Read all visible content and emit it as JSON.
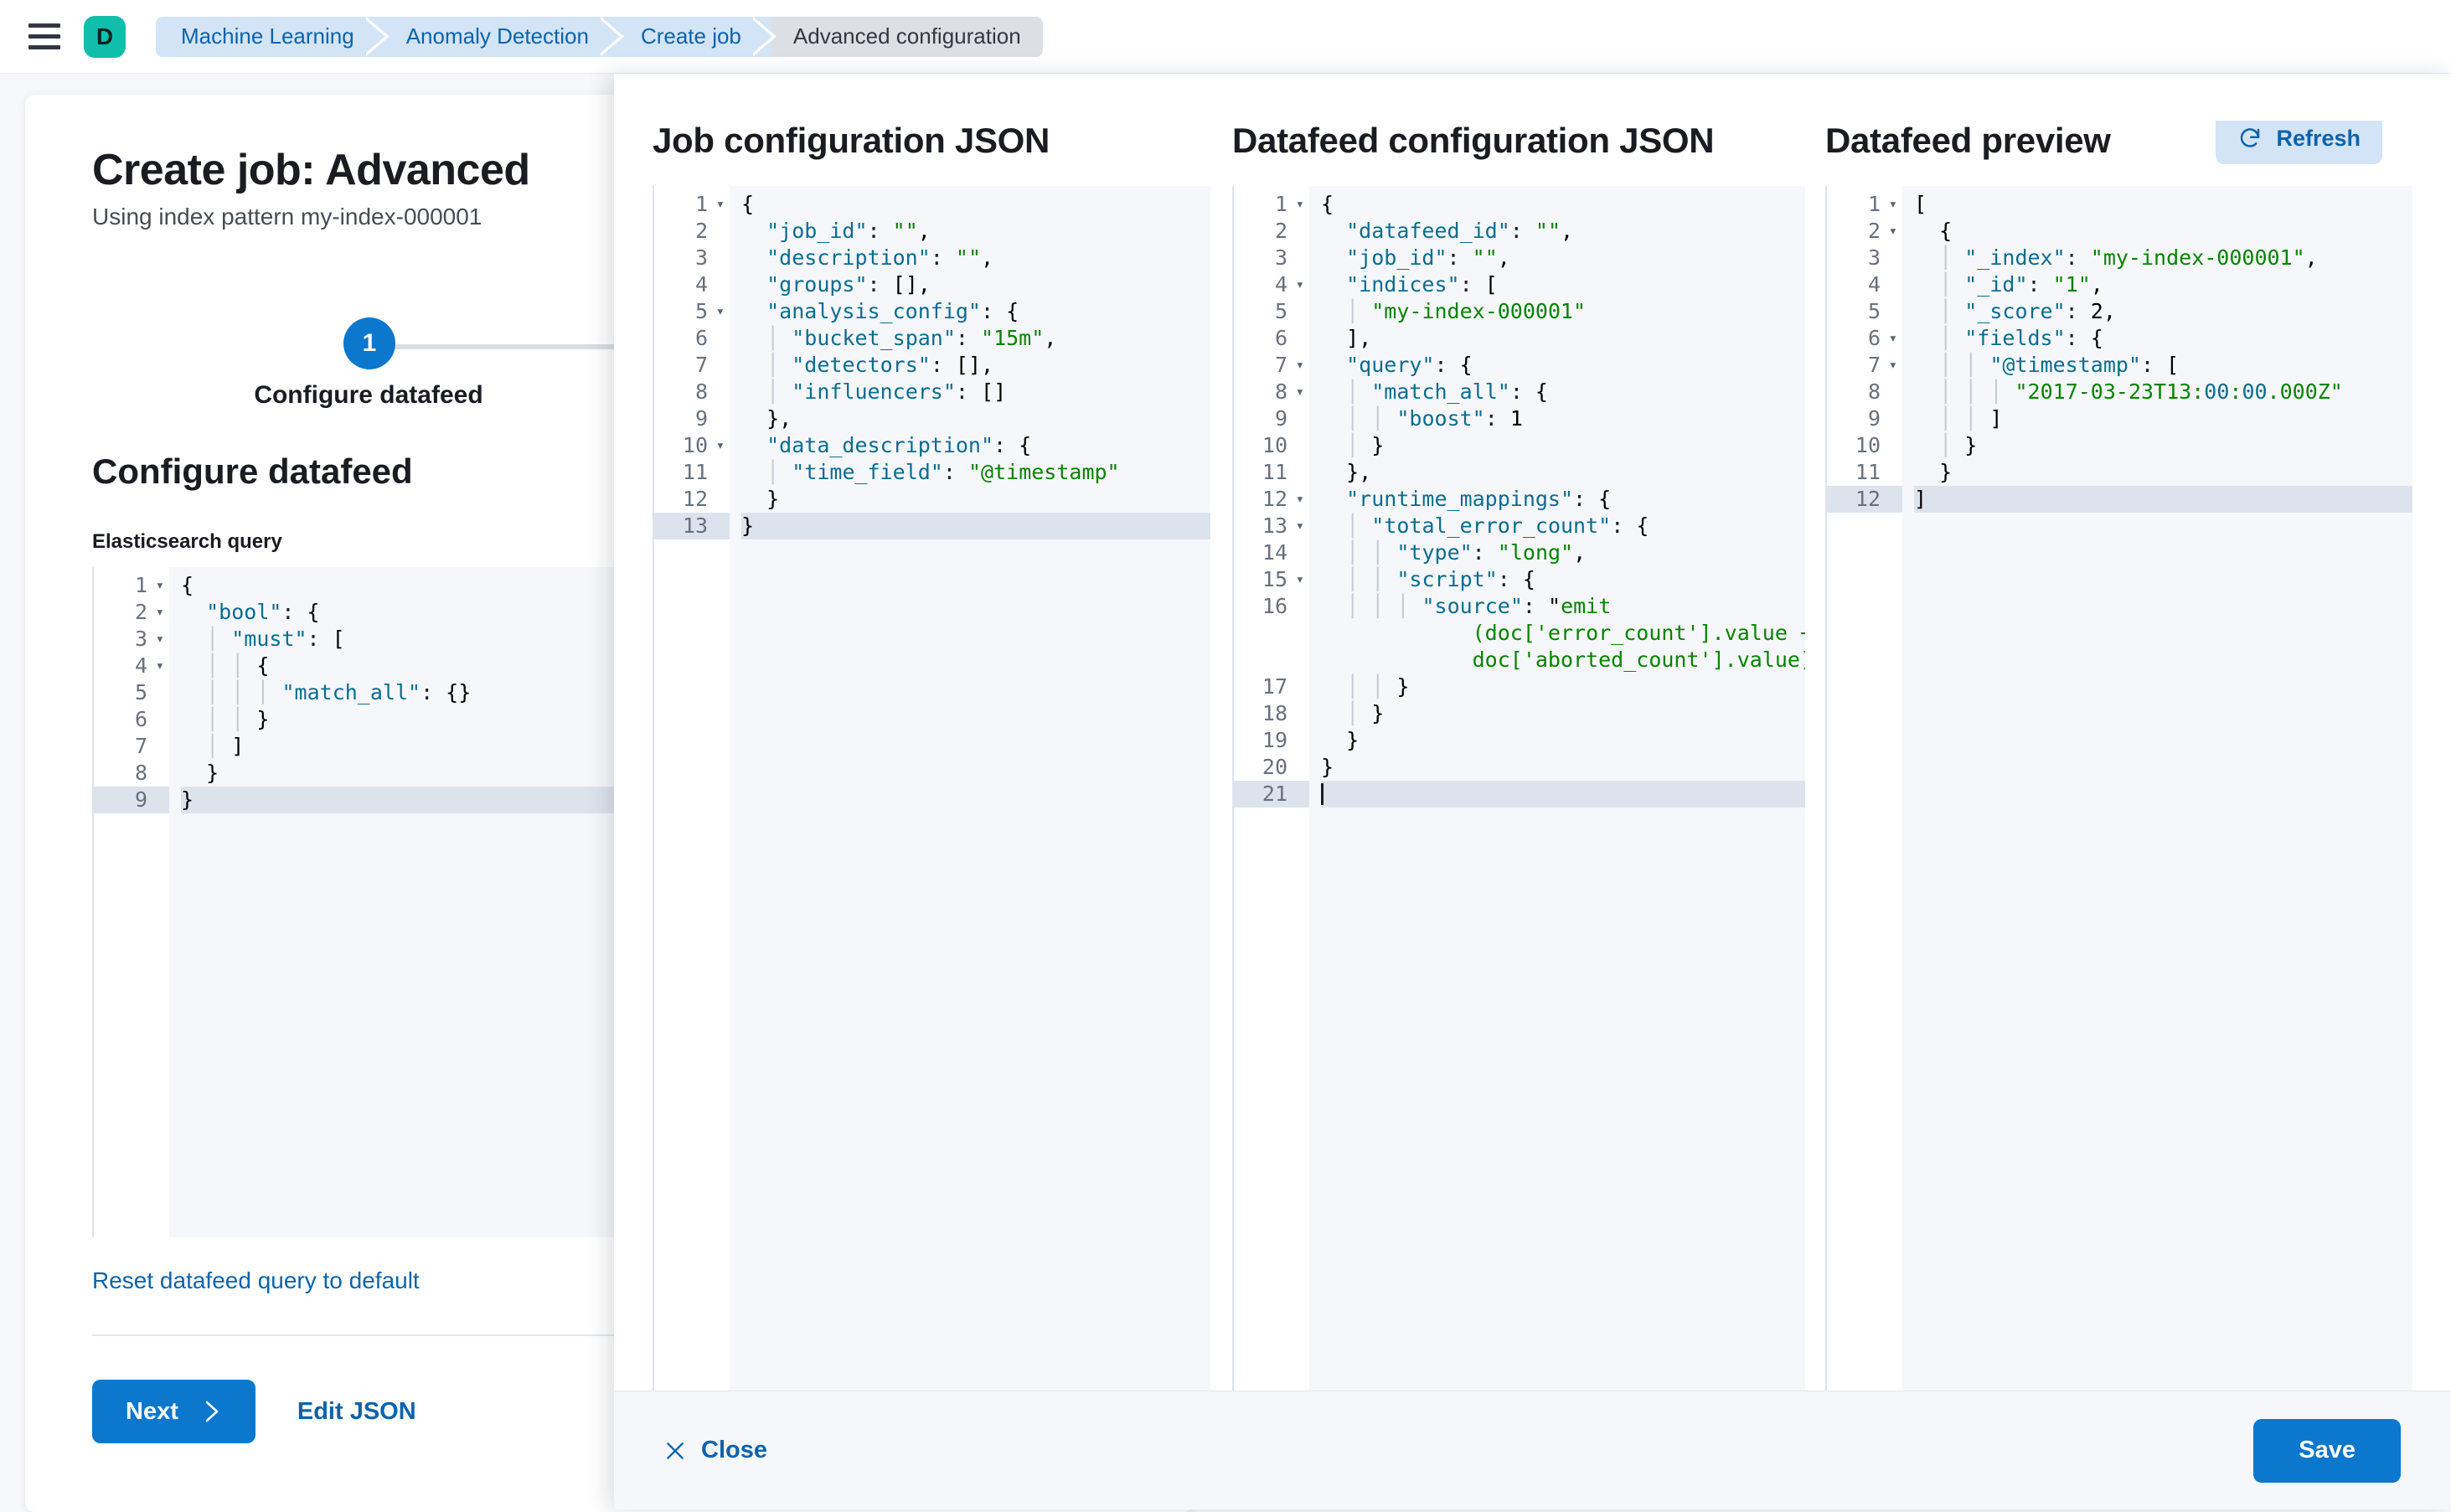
{
  "topbar": {
    "menu_icon": "hamburger-icon",
    "logo_letter": "D",
    "breadcrumbs": [
      {
        "label": "Machine Learning",
        "active": false
      },
      {
        "label": "Anomaly Detection",
        "active": false
      },
      {
        "label": "Create job",
        "active": false
      },
      {
        "label": "Advanced configuration",
        "active": true
      }
    ]
  },
  "page": {
    "title": "Create job: Advanced",
    "subtitle": "Using index pattern my-index-000001",
    "step_number": "1",
    "step_label": "Configure datafeed",
    "section_title": "Configure datafeed",
    "field_label": "Elasticsearch query",
    "reset_link": "Reset datafeed query to default",
    "next_button": "Next",
    "edit_json_button": "Edit JSON"
  },
  "query_editor": {
    "lines": [
      {
        "n": "1",
        "fold": true,
        "text": "{"
      },
      {
        "n": "2",
        "fold": true,
        "text": "  \"bool\": {"
      },
      {
        "n": "3",
        "fold": true,
        "text": "    \"must\": ["
      },
      {
        "n": "4",
        "fold": true,
        "text": "      {"
      },
      {
        "n": "5",
        "fold": false,
        "text": "        \"match_all\": {}"
      },
      {
        "n": "6",
        "fold": false,
        "text": "      }"
      },
      {
        "n": "7",
        "fold": false,
        "text": "    ]"
      },
      {
        "n": "8",
        "fold": false,
        "text": "  }"
      },
      {
        "n": "9",
        "fold": false,
        "text": "}",
        "highlight": true
      }
    ]
  },
  "flyout": {
    "job_panel_title": "Job configuration JSON",
    "datafeed_panel_title": "Datafeed configuration JSON",
    "preview_panel_title": "Datafeed preview",
    "refresh_button": "Refresh",
    "close_button": "Close",
    "save_button": "Save"
  },
  "job_json_editor": {
    "lines": [
      {
        "n": "1",
        "fold": true,
        "text": "{"
      },
      {
        "n": "2",
        "fold": false,
        "text": "  \"job_id\": \"\","
      },
      {
        "n": "3",
        "fold": false,
        "text": "  \"description\": \"\","
      },
      {
        "n": "4",
        "fold": false,
        "text": "  \"groups\": [],"
      },
      {
        "n": "5",
        "fold": true,
        "text": "  \"analysis_config\": {"
      },
      {
        "n": "6",
        "fold": false,
        "text": "    \"bucket_span\": \"15m\","
      },
      {
        "n": "7",
        "fold": false,
        "text": "    \"detectors\": [],"
      },
      {
        "n": "8",
        "fold": false,
        "text": "    \"influencers\": []"
      },
      {
        "n": "9",
        "fold": false,
        "text": "  },"
      },
      {
        "n": "10",
        "fold": true,
        "text": "  \"data_description\": {"
      },
      {
        "n": "11",
        "fold": false,
        "text": "    \"time_field\": \"@timestamp\""
      },
      {
        "n": "12",
        "fold": false,
        "text": "  }"
      },
      {
        "n": "13",
        "fold": false,
        "text": "}",
        "highlight": true
      }
    ]
  },
  "datafeed_json_editor": {
    "lines": [
      {
        "n": "1",
        "fold": true,
        "text": "{"
      },
      {
        "n": "2",
        "fold": false,
        "text": "  \"datafeed_id\": \"\","
      },
      {
        "n": "3",
        "fold": false,
        "text": "  \"job_id\": \"\","
      },
      {
        "n": "4",
        "fold": true,
        "text": "  \"indices\": ["
      },
      {
        "n": "5",
        "fold": false,
        "text": "    \"my-index-000001\""
      },
      {
        "n": "6",
        "fold": false,
        "text": "  ],"
      },
      {
        "n": "7",
        "fold": true,
        "text": "  \"query\": {"
      },
      {
        "n": "8",
        "fold": true,
        "text": "    \"match_all\": {"
      },
      {
        "n": "9",
        "fold": false,
        "text": "      \"boost\": 1"
      },
      {
        "n": "10",
        "fold": false,
        "text": "    }"
      },
      {
        "n": "11",
        "fold": false,
        "text": "  },"
      },
      {
        "n": "12",
        "fold": true,
        "text": "  \"runtime_mappings\": {"
      },
      {
        "n": "13",
        "fold": true,
        "text": "    \"total_error_count\": {"
      },
      {
        "n": "14",
        "fold": false,
        "text": "      \"type\": \"long\","
      },
      {
        "n": "15",
        "fold": true,
        "text": "      \"script\": {"
      },
      {
        "n": "16",
        "fold": false,
        "text": "        \"source\": \"emit(doc['error_count'].value + doc['aborted_count'].value)\"",
        "wrap": 3
      },
      {
        "n": "17",
        "fold": false,
        "text": "      }"
      },
      {
        "n": "18",
        "fold": false,
        "text": "    }"
      },
      {
        "n": "19",
        "fold": false,
        "text": "  }"
      },
      {
        "n": "20",
        "fold": false,
        "text": "}"
      },
      {
        "n": "21",
        "fold": false,
        "text": "",
        "caret": true,
        "highlight": true
      }
    ]
  },
  "preview_editor": {
    "lines": [
      {
        "n": "1",
        "fold": true,
        "text": "["
      },
      {
        "n": "2",
        "fold": true,
        "text": "  {"
      },
      {
        "n": "3",
        "fold": false,
        "text": "    \"_index\": \"my-index-000001\","
      },
      {
        "n": "4",
        "fold": false,
        "text": "    \"_id\": \"1\","
      },
      {
        "n": "5",
        "fold": false,
        "text": "    \"_score\": 2,"
      },
      {
        "n": "6",
        "fold": true,
        "text": "    \"fields\": {"
      },
      {
        "n": "7",
        "fold": true,
        "text": "      \"@timestamp\": ["
      },
      {
        "n": "8",
        "fold": false,
        "text": "        \"2017-03-23T13:00:00.000Z\""
      },
      {
        "n": "9",
        "fold": false,
        "text": "      ]"
      },
      {
        "n": "10",
        "fold": false,
        "text": "    }"
      },
      {
        "n": "11",
        "fold": false,
        "text": "  }"
      },
      {
        "n": "12",
        "fold": false,
        "text": "]",
        "highlight": true
      }
    ]
  },
  "colors": {
    "accent_blue": "#0b77cd",
    "link_blue": "#0b63ad",
    "brand_teal": "#10beab",
    "json_key": "#0a6c8f",
    "json_string": "#068200",
    "breadcrumb_bg": "#d3e4f6"
  }
}
